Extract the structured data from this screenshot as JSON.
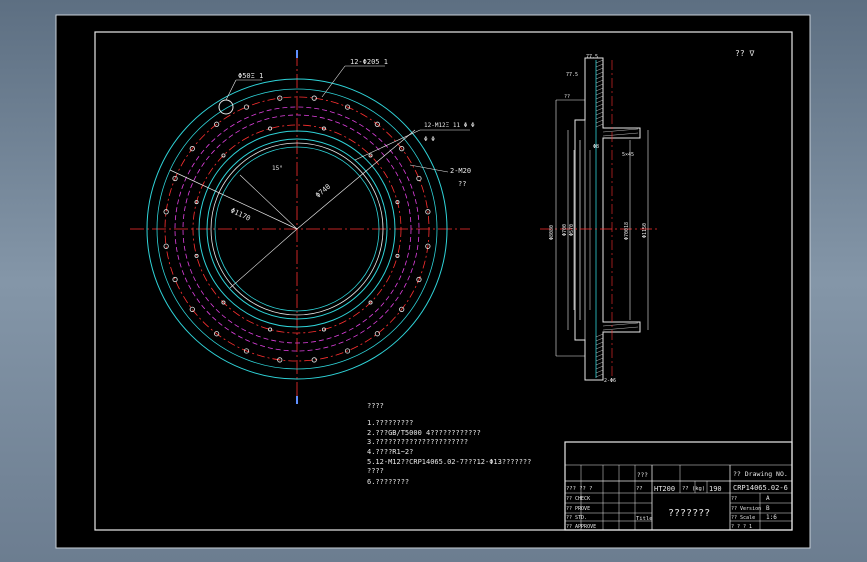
{
  "drawing": {
    "labels": {
      "hole_top_left": "Φ50Ξ 1",
      "holes_12x205": "12-Φ205 1",
      "thread_12xm12": "12-M12Ξ 11 Φ Φ",
      "thread_sub": "Φ Φ",
      "thread_2xm20": "2-M20",
      "thread_note": "??",
      "angle_15": "15°",
      "dia_1170": "Φ1170",
      "dia_740": "Φ740",
      "side_top_dim": "77.5",
      "side_top_dim2": "77.5",
      "side_right_note": "??",
      "side_mid_note": "5×45",
      "side_center": "Φ8",
      "side_bottom": "2-Φ6",
      "dia_side_1": "Φ8080",
      "dia_side_2": "Φ700",
      "dia_side_3": "Φ570",
      "dia_side_4": "Φ70018",
      "dia_side_5": "Φ1150"
    },
    "roughness": "?? ∇"
  },
  "notes": {
    "title": "????",
    "lines": [
      "1.?????????",
      "2.???GB/T5000 4????????????",
      "3.??????????????????????",
      "4.????R1~2?",
      "5.12-M12??CRP14065.02-7???12-Φ13???????",
      "????",
      "6.????????"
    ]
  },
  "title_block": {
    "material_label": "????",
    "material": "HT200",
    "weight_label": "?? (kg)",
    "weight": "190",
    "drawing_no_label": "?? Drawing NO.",
    "drawing_no": "CRP14065.02-6",
    "quantity_label": "??",
    "quantity": "A",
    "version_label": "?? Version",
    "version": "B",
    "scale_label": "?? Scale",
    "scale": "1:6",
    "sheet_label": "? ? ? ?",
    "sheet_value": "? ? ? 1",
    "name": "???????",
    "title_label": "Title",
    "design_label": "??? ?? ?",
    "check_label": "?? CHECK",
    "approv_label": "?? PROVE",
    "std_label": "?? STD.",
    "approve_label": "?? APPROVE",
    "header_cells": [
      "??",
      "??",
      "???"
    ]
  }
}
